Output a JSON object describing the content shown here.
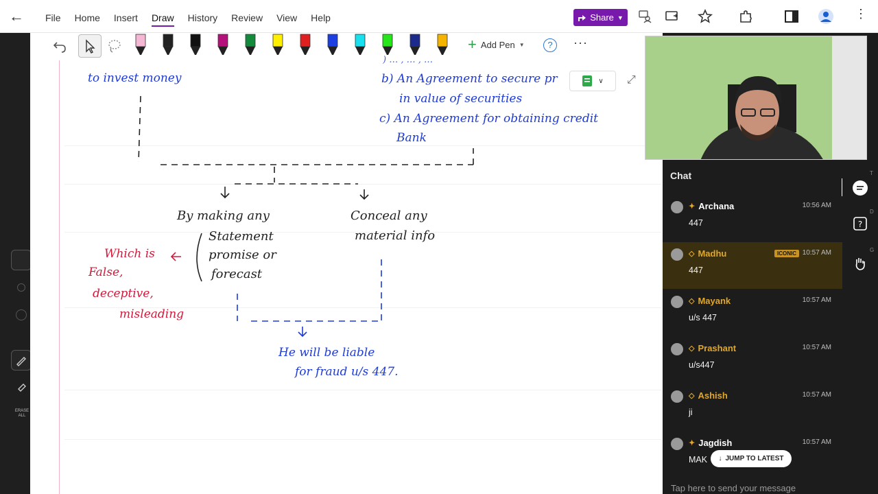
{
  "menu": {
    "items": [
      "File",
      "Home",
      "Insert",
      "Draw",
      "History",
      "Review",
      "View",
      "Help"
    ],
    "active": "Draw"
  },
  "toolbar": {
    "share_label": "Share",
    "add_pen_label": "Add Pen",
    "pens": [
      {
        "name": "pen-pink",
        "color": "#f4b8d4"
      },
      {
        "name": "pen-black-1",
        "color": "#222222"
      },
      {
        "name": "pen-black-2",
        "color": "#111111"
      },
      {
        "name": "pen-magenta",
        "color": "#b4127a"
      },
      {
        "name": "pen-green",
        "color": "#138a3c"
      },
      {
        "name": "highlighter-yellow",
        "color": "#ffef00"
      },
      {
        "name": "pen-red",
        "color": "#e02020"
      },
      {
        "name": "pen-blue",
        "color": "#1b3fe0"
      },
      {
        "name": "highlighter-cyan",
        "color": "#18e0ee"
      },
      {
        "name": "highlighter-green",
        "color": "#26e61a"
      },
      {
        "name": "pen-navy",
        "color": "#1c2a8c"
      },
      {
        "name": "pen-yellow",
        "color": "#f5b400"
      }
    ]
  },
  "left_tools": {
    "erase_all_label": "ERASE ALL"
  },
  "notes": {
    "to_invest": "to invest money",
    "b_item_1": "b) An Agreement to secure pr",
    "b_item_2": "in value of securities",
    "c_item_1": "c) An Agreement for obtaining credit",
    "c_item_2": "Bank",
    "top_cut": ") … , … , …",
    "by_making": "By making any",
    "statement": "Statement",
    "promise": "promise or",
    "forecast": "forecast",
    "conceal_1": "Conceal any",
    "conceal_2": "material info",
    "which_is": "Which is",
    "false": "False,",
    "deceptive": "deceptive,",
    "misleading": "misleading",
    "liable_1": "He will be liable",
    "liable_2": "for fraud u/s 447."
  },
  "chat": {
    "title": "Chat",
    "messages": [
      {
        "user": "Archana",
        "time": "10:56 AM",
        "text": "447",
        "tier": "star",
        "highlight": false,
        "badge": ""
      },
      {
        "user": "Madhu",
        "time": "10:57 AM",
        "text": "447",
        "tier": "diamond",
        "highlight": true,
        "badge": "ICONIC"
      },
      {
        "user": "Mayank",
        "time": "10:57 AM",
        "text": "u/s 447",
        "tier": "diamond",
        "highlight": false,
        "badge": ""
      },
      {
        "user": "Prashant",
        "time": "10:57 AM",
        "text": "u/s447",
        "tier": "diamond",
        "highlight": false,
        "badge": ""
      },
      {
        "user": "Ashish",
        "time": "10:57 AM",
        "text": "ji",
        "tier": "diamond",
        "highlight": false,
        "badge": ""
      },
      {
        "user": "Jagdish",
        "time": "10:57 AM",
        "text": "MAK",
        "tier": "star",
        "highlight": false,
        "badge": ""
      }
    ],
    "jump_label": "JUMP TO LATEST",
    "input_placeholder": "Tap here to send your message",
    "side_letters": [
      "T",
      "D",
      "G"
    ]
  }
}
